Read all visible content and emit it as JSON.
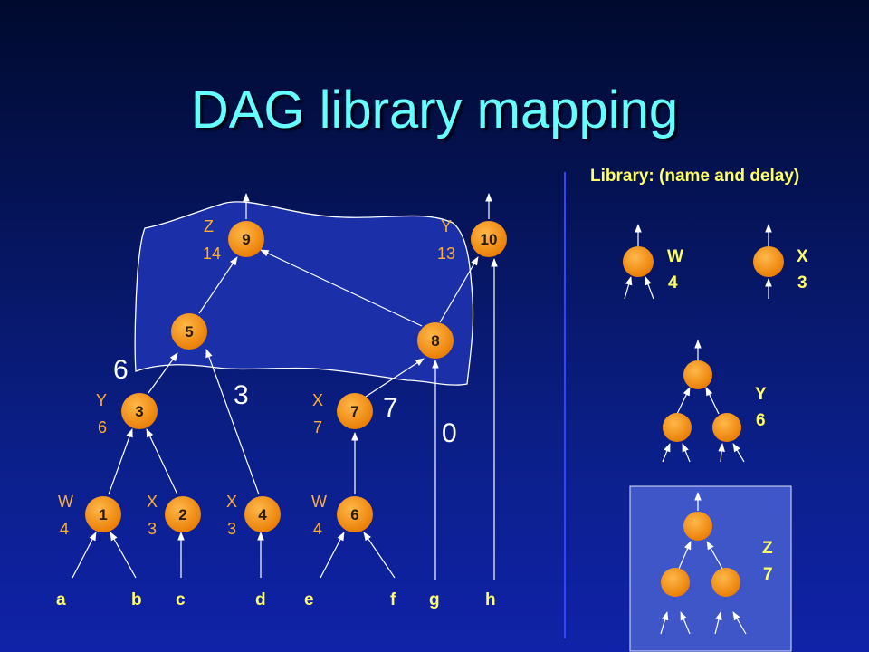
{
  "title": "DAG library mapping",
  "library_header": "Library:  (name and delay)",
  "nodes": [
    {
      "id": "1"
    },
    {
      "id": "2"
    },
    {
      "id": "3"
    },
    {
      "id": "4"
    },
    {
      "id": "5"
    },
    {
      "id": "6"
    },
    {
      "id": "7"
    },
    {
      "id": "8"
    },
    {
      "id": "9"
    },
    {
      "id": "10"
    }
  ],
  "gate_labels": [
    {
      "name": "Z",
      "delay": "14"
    },
    {
      "name": "Y",
      "delay": "13"
    },
    {
      "name": "Y",
      "delay": "6"
    },
    {
      "name": "X",
      "delay": "7"
    },
    {
      "name": "W",
      "delay": "4"
    },
    {
      "name": "X",
      "delay": "3"
    },
    {
      "name": "X",
      "delay": "3"
    },
    {
      "name": "W",
      "delay": "4"
    }
  ],
  "inputs": [
    "a",
    "b",
    "c",
    "d",
    "e",
    "f",
    "g",
    "h"
  ],
  "arrival_times": [
    "6",
    "3",
    "7",
    "0"
  ],
  "library": [
    {
      "name": "W",
      "delay": "4"
    },
    {
      "name": "X",
      "delay": "3"
    },
    {
      "name": "Y",
      "delay": "6"
    },
    {
      "name": "Z",
      "delay": "7"
    }
  ],
  "colors": {
    "title": "#66ffff",
    "node_fill": "#ff9a1a",
    "gate_label": "#ffb030",
    "library_text": "#ffff66",
    "edge": "#ffffff",
    "region_fill": "#1a2fa8"
  }
}
